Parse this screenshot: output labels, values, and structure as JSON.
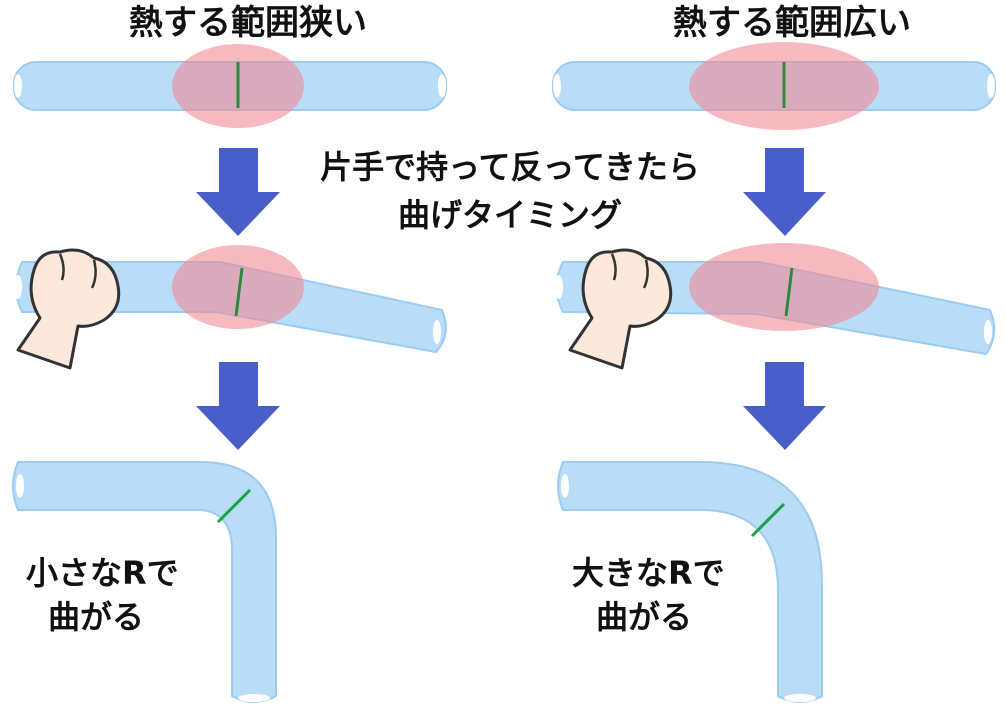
{
  "colors": {
    "pipe_fill": "#b9ddf7",
    "pipe_stroke": "#9ccbef",
    "heat_zone": "#f08a95",
    "mark_line": "#2d8a3e",
    "arrow": "#4a5ec9",
    "hand_fill": "#fde8dc",
    "hand_stroke": "#333333"
  },
  "left": {
    "title": "熱する範囲狭い",
    "result_line1": "小さなRで",
    "result_line2": "曲がる"
  },
  "right": {
    "title": "熱する範囲広い",
    "result_line1": "大きなRで",
    "result_line2": "曲がる"
  },
  "center": {
    "line1": "片手で持って反ってきたら",
    "line2": "曲げタイミング"
  },
  "icons": [
    "hand-fist-icon",
    "down-arrow-icon"
  ]
}
